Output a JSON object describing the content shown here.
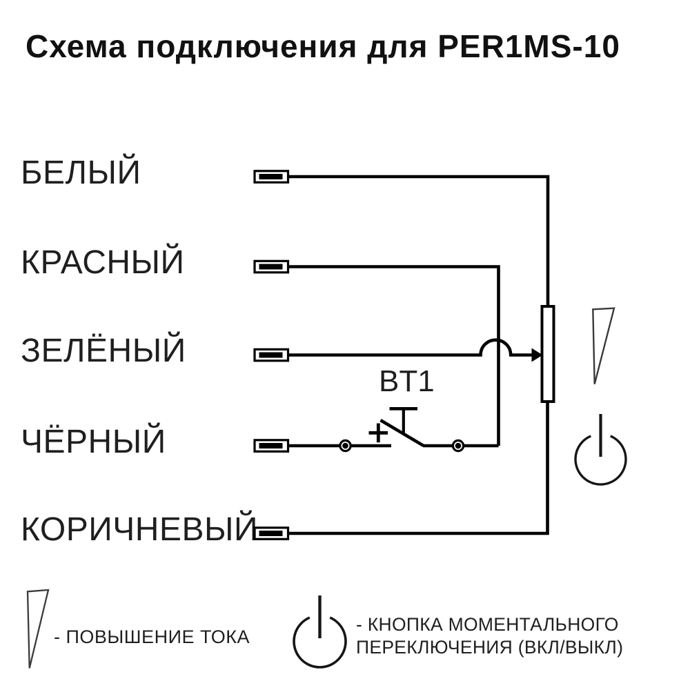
{
  "title": "Схема подключения для PER1MS-10",
  "wires": [
    {
      "label": "БЕЛЫЙ",
      "color_name": "white"
    },
    {
      "label": "КРАСНЫЙ",
      "color_name": "red"
    },
    {
      "label": "ЗЕЛЁНЫЙ",
      "color_name": "green"
    },
    {
      "label": "ЧЁРНЫЙ",
      "color_name": "black"
    },
    {
      "label": "КОРИЧНЕВЫЙ",
      "color_name": "brown"
    }
  ],
  "switch": {
    "designator": "BT1",
    "type": "momentary-push-button"
  },
  "legend": {
    "current_increase": {
      "symbol": "current-increase-triangle-icon",
      "text": "- ПОВЫШЕНИЕ ТОКА"
    },
    "momentary_button": {
      "symbol": "power-button-icon",
      "text": "- КНОПКА МОМЕНТАЛЬНОГО ПЕРЕКЛЮЧЕНИЯ (ВКЛ/ВЫКЛ)"
    }
  },
  "colors": {
    "background": "#ffffff",
    "wire_line": "#000000",
    "symbol_outline": "#3a3a3a",
    "power_icon": "#161616",
    "text": "#1f1f1f"
  }
}
